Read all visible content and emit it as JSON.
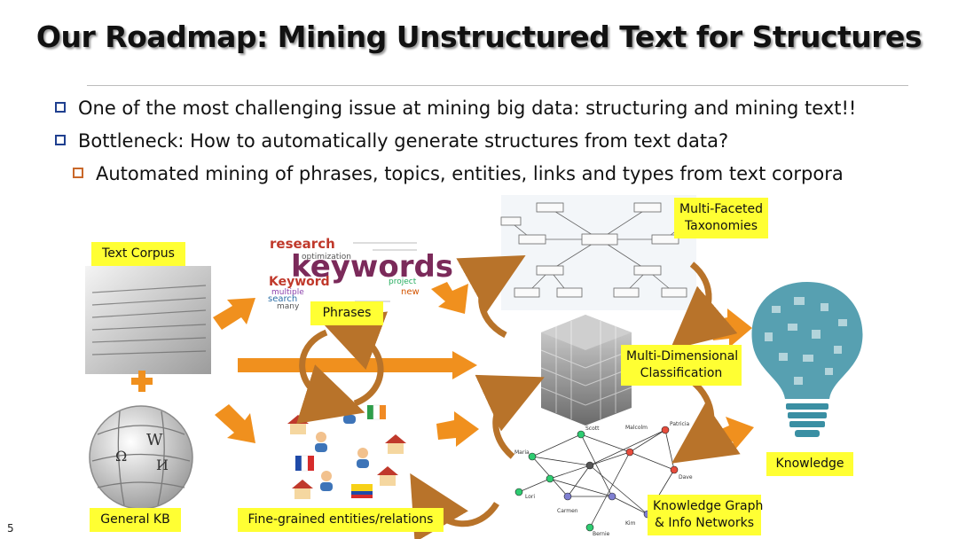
{
  "slide": {
    "title": "Our Roadmap: Mining Unstructured Text for Structures",
    "page_number": "5",
    "bullets": [
      "One of the most challenging issue at mining big data: structuring and mining text!!",
      "Bottleneck: How to automatically generate structures from text data?",
      "Automated mining of phrases, topics, entities, links and types from text corpora"
    ]
  },
  "diagram": {
    "labels": {
      "text_corpus": "Text Corpus",
      "general_kb": "General KB",
      "phrases": "Phrases",
      "fine_grained": "Fine-grained entities/relations",
      "taxonomies_line1": "Multi-Faceted",
      "taxonomies_line2": "Taxonomies",
      "classification_line1": "Multi-Dimensional",
      "classification_line2": "Classification",
      "kg_line1": "Knowledge Graph",
      "kg_line2": "& Info Networks",
      "knowledge": "Knowledge"
    },
    "wordcloud": {
      "main": "keywords",
      "small_words": [
        "research",
        "optimization",
        "Keyword",
        "multiple",
        "search",
        "many",
        "new",
        "project"
      ]
    },
    "graph_node_names": [
      "Scott",
      "Malcolm",
      "Maria",
      "Patricia",
      "Dave",
      "Kim",
      "Lori",
      "Bernie",
      "Carmen"
    ],
    "colors": {
      "arrow_orange": "#f0901e",
      "curve_brown": "#b8732a",
      "label_yellow": "#ffff33",
      "bulb_teal": "#3a8fa3"
    }
  }
}
